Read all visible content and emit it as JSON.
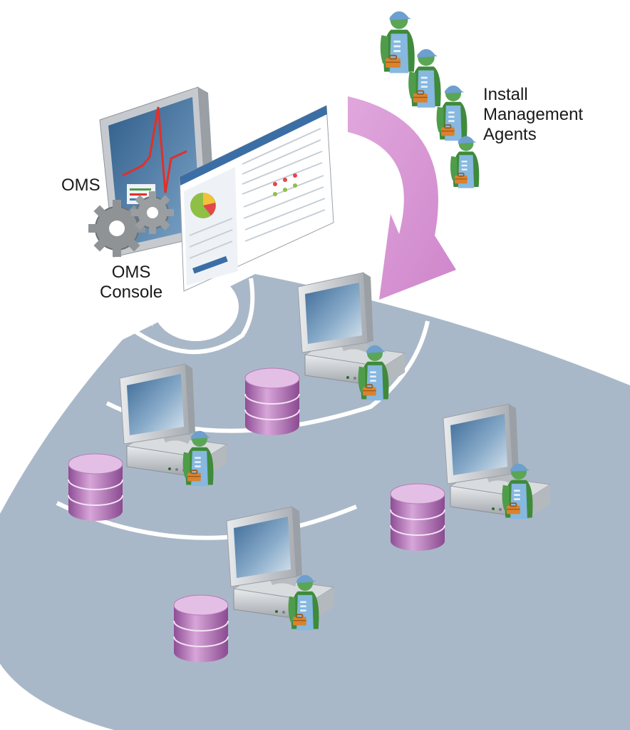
{
  "labels": {
    "oms": "OMS",
    "oms_console": [
      "OMS",
      "Console"
    ],
    "install_agents": [
      "Install",
      "Management",
      "Agents"
    ]
  },
  "colors": {
    "fan_background": "#a9b8c8",
    "ring_lines": "#ffffff",
    "arrow": "#d796d3",
    "monitor_frame": "#c9cdd2",
    "screen": "#5c84aa",
    "database": "#b77bbb",
    "agent_body": "#4e9a49",
    "agent_overall": "#7fb2dc",
    "toolbox": "#d9822f",
    "gear": "#8f9396"
  },
  "icons": [
    "oms-monitor-icon",
    "gear-icon",
    "console-window-icon",
    "agent-icon",
    "database-icon",
    "server-monitor-icon"
  ]
}
